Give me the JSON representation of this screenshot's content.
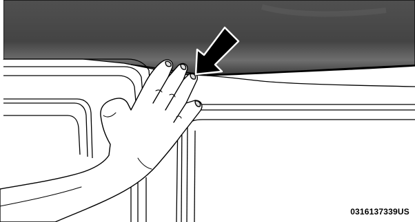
{
  "figure": {
    "part_code": "0316137339US",
    "icons": [
      "roof-panel",
      "door-frame",
      "hand",
      "arrow"
    ],
    "colors": {
      "roof": "#4a4a4a",
      "roof_highlight": "#8c8c8c",
      "line_art": "#000000",
      "background": "#ffffff"
    }
  }
}
